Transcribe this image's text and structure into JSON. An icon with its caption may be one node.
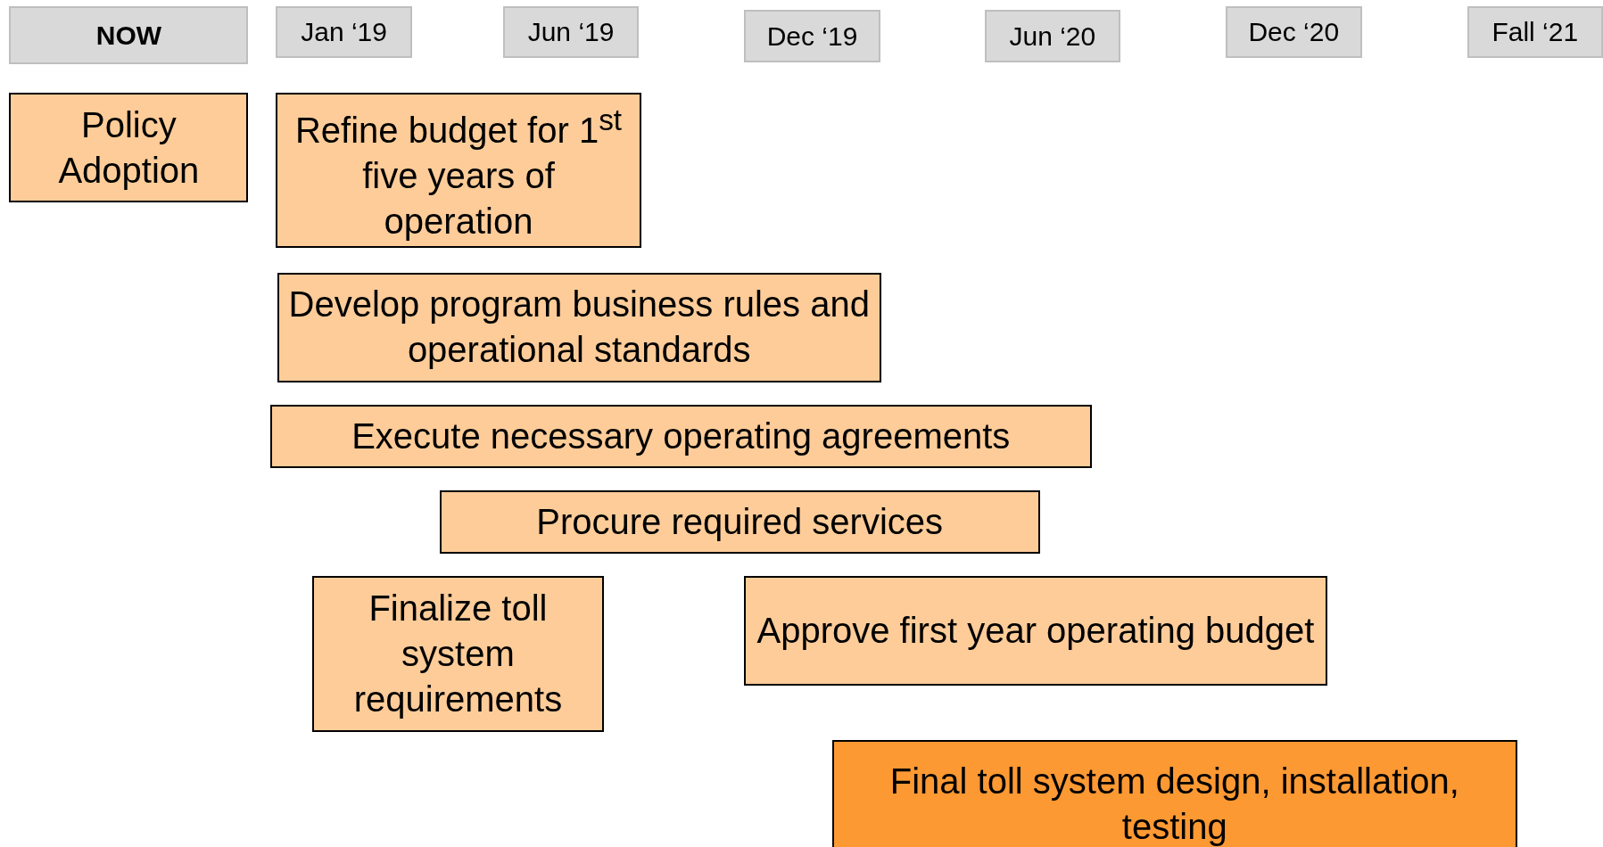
{
  "diagram": {
    "nodes": [
      {
        "text": [
          "NOW"
        ]
      },
      {
        "text": [
          "Jan ‘19"
        ]
      },
      {
        "text": [
          "Jun ‘19"
        ]
      },
      {
        "text": [
          "Dec ‘19"
        ]
      },
      {
        "text": [
          "Jun ‘20"
        ]
      },
      {
        "text": [
          "Dec ‘20"
        ]
      },
      {
        "text": [
          "Fall ‘21"
        ]
      },
      {
        "text": [
          "Policy Adoption"
        ]
      },
      {
        "text": [
          "Refine budget for 1$^{st}$ five years of operation"
        ]
      },
      {
        "text": [
          "Develop program business rules and operational standards"
        ]
      },
      {
        "text": [
          "Execute necessary operating agreements"
        ]
      },
      {
        "text": [
          "Procure required services"
        ]
      },
      {
        "text": [
          "Finalize toll system requirements"
        ]
      },
      {
        "text": [
          "Approve first year operating budget"
        ]
      },
      {
        "text": [
          "Final toll system design, installation, testing"
        ]
      }
    ]
  }
}
